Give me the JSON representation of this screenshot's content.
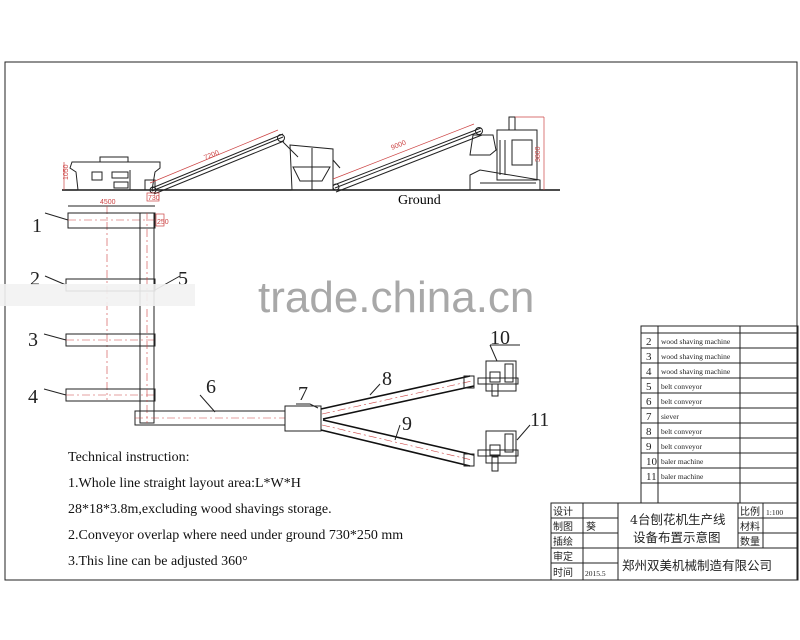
{
  "elevation": {
    "ground_label": "Ground",
    "dims": {
      "machine_height": "1050",
      "conveyor1_length": "7200",
      "conveyor2_length": "9000",
      "baler_height": "3800",
      "pit": "730"
    }
  },
  "plan": {
    "dims": {
      "machine_length": "4500",
      "conveyor_width": "250"
    },
    "labels": [
      "1",
      "2",
      "3",
      "4",
      "5",
      "6",
      "7",
      "8",
      "9",
      "10",
      "11"
    ]
  },
  "watermark": "trade.china.cn",
  "technical": {
    "heading": "Technical instruction:",
    "line1": "1.Whole line straight layout area:L*W*H",
    "line2": "28*18*3.8m,excluding wood shavings storage.",
    "line3": "2.Conveyor overlap where need under ground 730*250 mm",
    "line4": "3.This line can be adjusted 360°"
  },
  "parts_list": [
    {
      "no": "2",
      "name": "wood shaving machine"
    },
    {
      "no": "3",
      "name": "wood  shaving machine"
    },
    {
      "no": "4",
      "name": "wood shaving machine"
    },
    {
      "no": "5",
      "name": "belt conveyor"
    },
    {
      "no": "6",
      "name": "belt conveyor"
    },
    {
      "no": "7",
      "name": "siever"
    },
    {
      "no": "8",
      "name": "belt conveyor"
    },
    {
      "no": "9",
      "name": "belt conveyor"
    },
    {
      "no": "10",
      "name": "baler machine"
    },
    {
      "no": "11",
      "name": "baler machine"
    }
  ],
  "title_block": {
    "design_label": "设计",
    "design_value": "",
    "drawn_label": "制图",
    "drawn_value": "葵",
    "illus_label": "插绘",
    "illus_value": "",
    "review_label": "审定",
    "review_value": "",
    "date_label": "时间",
    "date_value": "2015.5",
    "title_line1": "4台刨花机生产线",
    "title_line2": "设备布置示意图",
    "scale_label": "比例",
    "scale_value": "1:100",
    "material_label": "材料",
    "material_value": "",
    "qty_label": "数量",
    "qty_value": "",
    "company": "郑州双美机械制造有限公司"
  }
}
